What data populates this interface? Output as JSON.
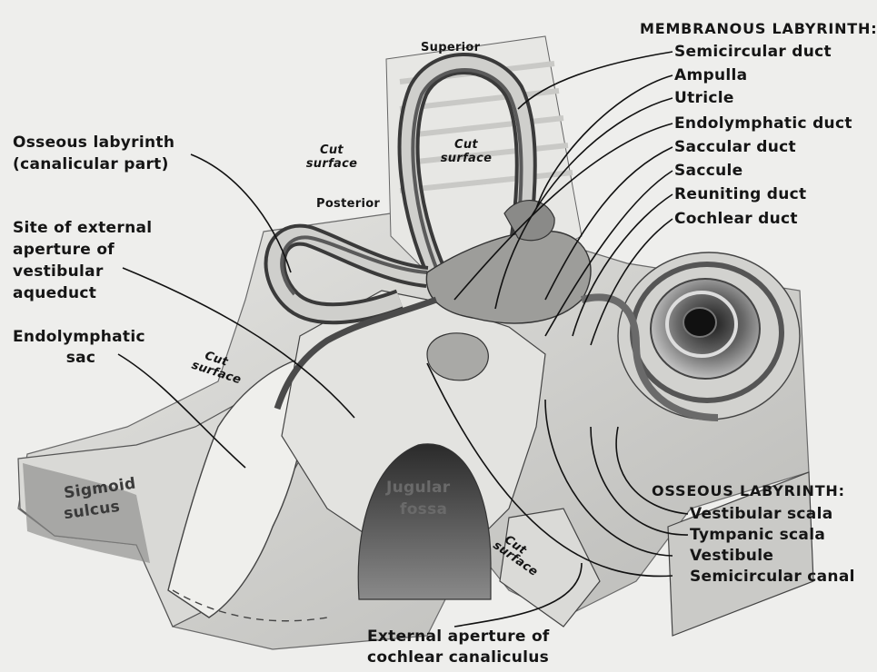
{
  "headers": {
    "membranous": "MEMBRANOUS LABYRINTH:",
    "osseous": "OSSEOUS LABYRINTH:"
  },
  "membranous_items": [
    "Semicircular duct",
    "Ampulla",
    "Utricle",
    "Endolymphatic duct",
    "Saccular duct",
    "Saccule",
    "Reuniting duct",
    "Cochlear duct"
  ],
  "osseous_items": [
    "Vestibular scala",
    "Tympanic scala",
    "Vestibule",
    "Semicircular canal"
  ],
  "left_labels": {
    "osseous_canalicular_1": "Osseous labyrinth",
    "osseous_canalicular_2": "(canalicular part)",
    "site_1": "Site of external",
    "site_2": "aperture of",
    "site_3": "vestibular",
    "site_4": "aqueduct",
    "sac_1": "Endolymphatic",
    "sac_2": "sac"
  },
  "bottom_labels": {
    "cochlear_1": "External aperture of",
    "cochlear_2": "cochlear canaliculus"
  },
  "canal_labels": {
    "superior": "Superior",
    "posterior": "Posterior"
  },
  "cut_surface": {
    "cut": "Cut",
    "surface": "surface"
  },
  "jugular": {
    "line1": "Jugular",
    "line2": "fossa"
  },
  "sulcus": {
    "line1": "Sigmoid",
    "line2": "sulcus"
  }
}
